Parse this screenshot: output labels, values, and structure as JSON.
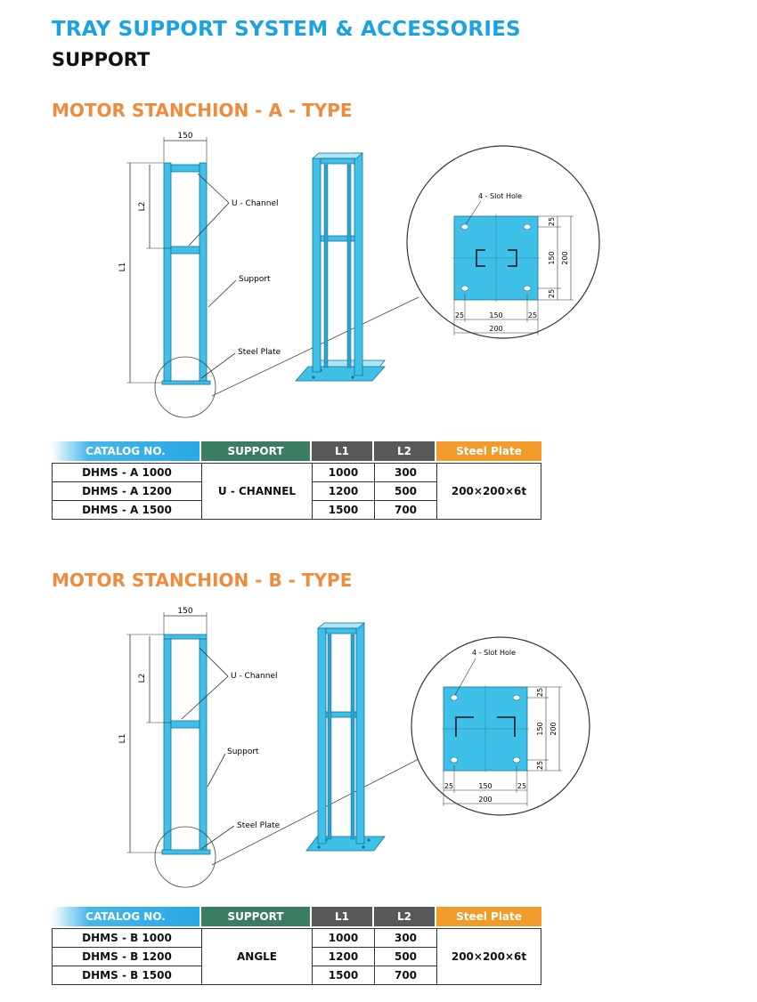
{
  "header": {
    "title": "TRAY SUPPORT SYSTEM & ACCESSORIES",
    "subtitle": "SUPPORT"
  },
  "colors": {
    "accent": "#1aa3e0",
    "section": "#f08a3c",
    "steel": "#3fc0e8"
  },
  "sections": [
    {
      "title": "MOTOR STANCHION - A - TYPE",
      "diagram": {
        "width_label": "150",
        "l1_label": "L1",
        "l2_label": "L2",
        "u_channel_label": "U - Channel",
        "support_label": "Support",
        "steel_plate_label": "Steel Plate",
        "slot_hole_label": "4 - Slot Hole",
        "dim_25a": "25",
        "dim_150v": "150",
        "dim_200v": "200",
        "dim_25b": "25",
        "dim_25c": "25",
        "dim_150h": "150",
        "dim_25d": "25",
        "dim_200h": "200"
      },
      "table": {
        "headers": [
          "CATALOG NO.",
          "SUPPORT",
          "L1",
          "L2",
          "Steel Plate"
        ],
        "support": "U - CHANNEL",
        "steel_plate": "200×200×6t",
        "rows": [
          {
            "catalog": "DHMS - A 1000",
            "l1": "1000",
            "l2": "300"
          },
          {
            "catalog": "DHMS - A 1200",
            "l1": "1200",
            "l2": "500"
          },
          {
            "catalog": "DHMS - A 1500",
            "l1": "1500",
            "l2": "700"
          }
        ]
      }
    },
    {
      "title": "MOTOR STANCHION - B - TYPE",
      "diagram": {
        "width_label": "150",
        "l1_label": "L1",
        "l2_label": "L2",
        "u_channel_label": "U - Channel",
        "support_label": "Support",
        "steel_plate_label": "Steel Plate",
        "slot_hole_label": "4 - Slot Hole",
        "dim_25a": "25",
        "dim_150v": "150",
        "dim_200v": "200",
        "dim_25b": "25",
        "dim_25c": "25",
        "dim_150h": "150",
        "dim_25d": "25",
        "dim_200h": "200"
      },
      "table": {
        "headers": [
          "CATALOG NO.",
          "SUPPORT",
          "L1",
          "L2",
          "Steel Plate"
        ],
        "support": "ANGLE",
        "steel_plate": "200×200×6t",
        "rows": [
          {
            "catalog": "DHMS - B 1000",
            "l1": "1000",
            "l2": "300"
          },
          {
            "catalog": "DHMS - B 1200",
            "l1": "1200",
            "l2": "500"
          },
          {
            "catalog": "DHMS - B 1500",
            "l1": "1500",
            "l2": "700"
          }
        ]
      }
    }
  ]
}
